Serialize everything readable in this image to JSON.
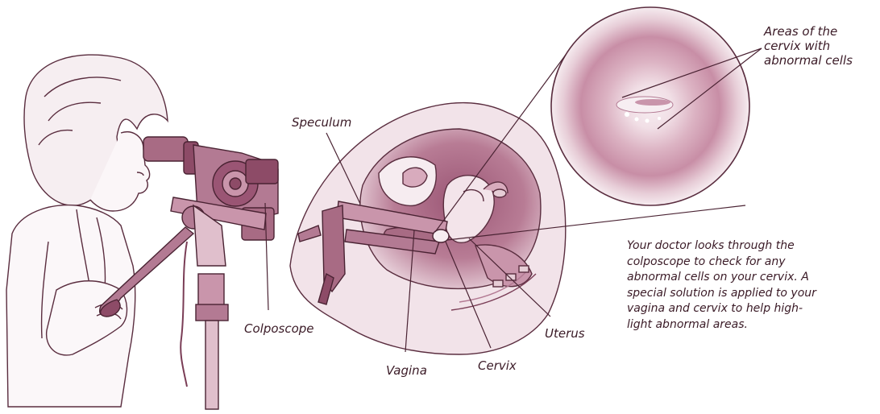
{
  "labels": {
    "speculum": "Speculum",
    "colposcope": "Colposcope",
    "vagina": "Vagina",
    "cervix": "Cervix",
    "uterus": "Uterus",
    "abnormal_areas": "Areas of the\ncervix with\nabnormal cells"
  },
  "caption": "Your doctor looks through the\ncolposcope to check for any\nabnormal cells on your cervix. A\nspecial solution is applied to your\nvagina and cervix to help high-\nlight abnormal areas.",
  "colors": {
    "ink": "#3a1a26",
    "tint_dark": "#8d4b67",
    "tint_mid": "#b77d95",
    "tint_light": "#e6cdd6",
    "tint_pale": "#f5e9ee"
  }
}
